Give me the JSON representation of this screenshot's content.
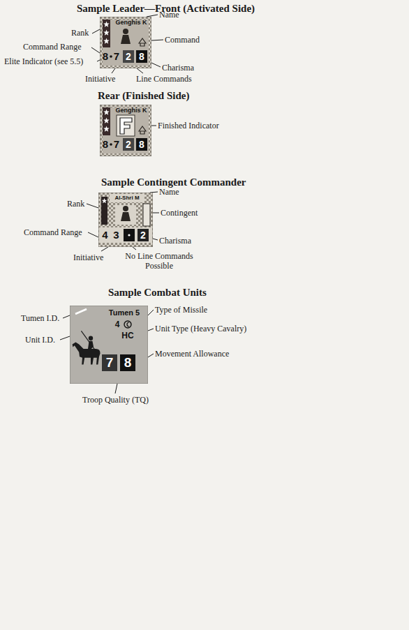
{
  "diagram": {
    "nodes": [
      {
        "text": [
          "Genghis K",
          "8",
          "7",
          "2",
          "8"
        ]
      },
      {
        "text": [
          "Genghis K",
          "8",
          "7",
          "2",
          "8"
        ]
      },
      {
        "text": [
          "Al-Shri M",
          "4",
          "3",
          "2"
        ]
      },
      {
        "text": [
          "Tumen 5",
          "4",
          "HC",
          "7",
          "8"
        ]
      }
    ],
    "labels": [
      "Sample Leader—Front (Activated Side)",
      "Rank",
      "Name",
      "Command Range",
      "Command",
      "Elite Indicator (see 5.5)",
      "Charisma",
      "Initiative",
      "Line Commands",
      "Rear (Finished Side)",
      "Finished Indicator",
      "Sample Contingent Commander",
      "Rank",
      "Name",
      "Contingent",
      "Command Range",
      "Charisma",
      "Initiative",
      "No Line Commands Possible",
      "Sample Combat Units",
      "Tumen I.D.",
      "Type of Missile",
      "Unit I.D.",
      "Unit Type (Heavy Cavalry)",
      "Movement Allowance",
      "Troop Quality (TQ)"
    ]
  }
}
